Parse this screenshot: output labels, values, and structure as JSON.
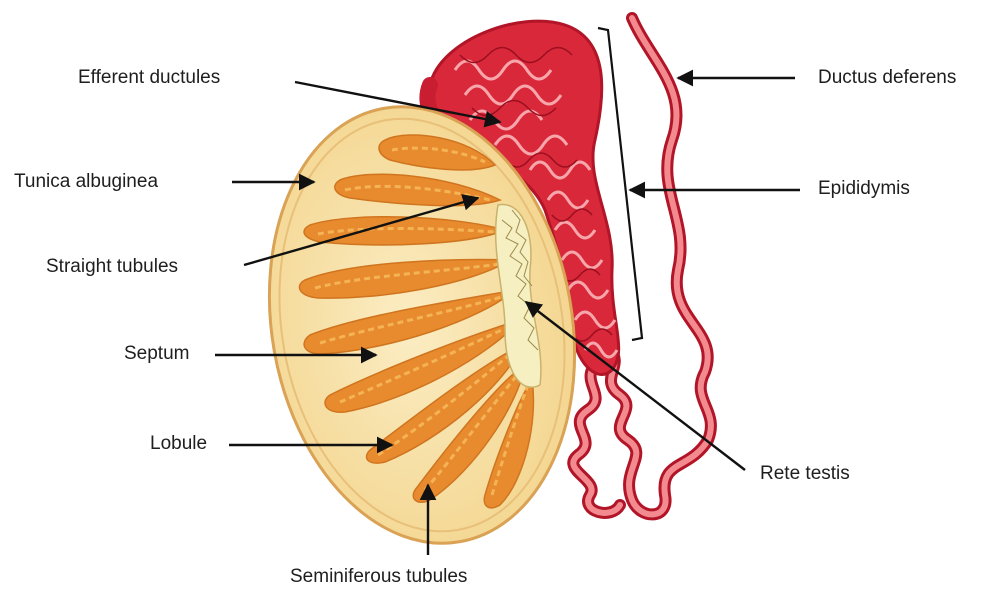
{
  "labels": {
    "efferent_ductules": "Efferent ductules",
    "tunica_albuginea": "Tunica albuginea",
    "straight_tubules": "Straight tubules",
    "septum": "Septum",
    "lobule": "Lobule",
    "seminiferous_tubules": "Seminiferous tubules",
    "ductus_deferens": "Ductus deferens",
    "epididymis": "Epididymis",
    "rete_testis": "Rete testis"
  },
  "colors": {
    "testis_fill": "#f8e2a6",
    "testis_edge": "#d9a255",
    "lobule_fill": "#e88a2e",
    "lobule_inner": "#f4b455",
    "septum_line": "#f2c77a",
    "epididymis": "#d8283a",
    "epididymis_dark": "#b11527",
    "duct_light": "#f28a8f",
    "rete": "#f6efc2",
    "arrow": "#111111"
  }
}
